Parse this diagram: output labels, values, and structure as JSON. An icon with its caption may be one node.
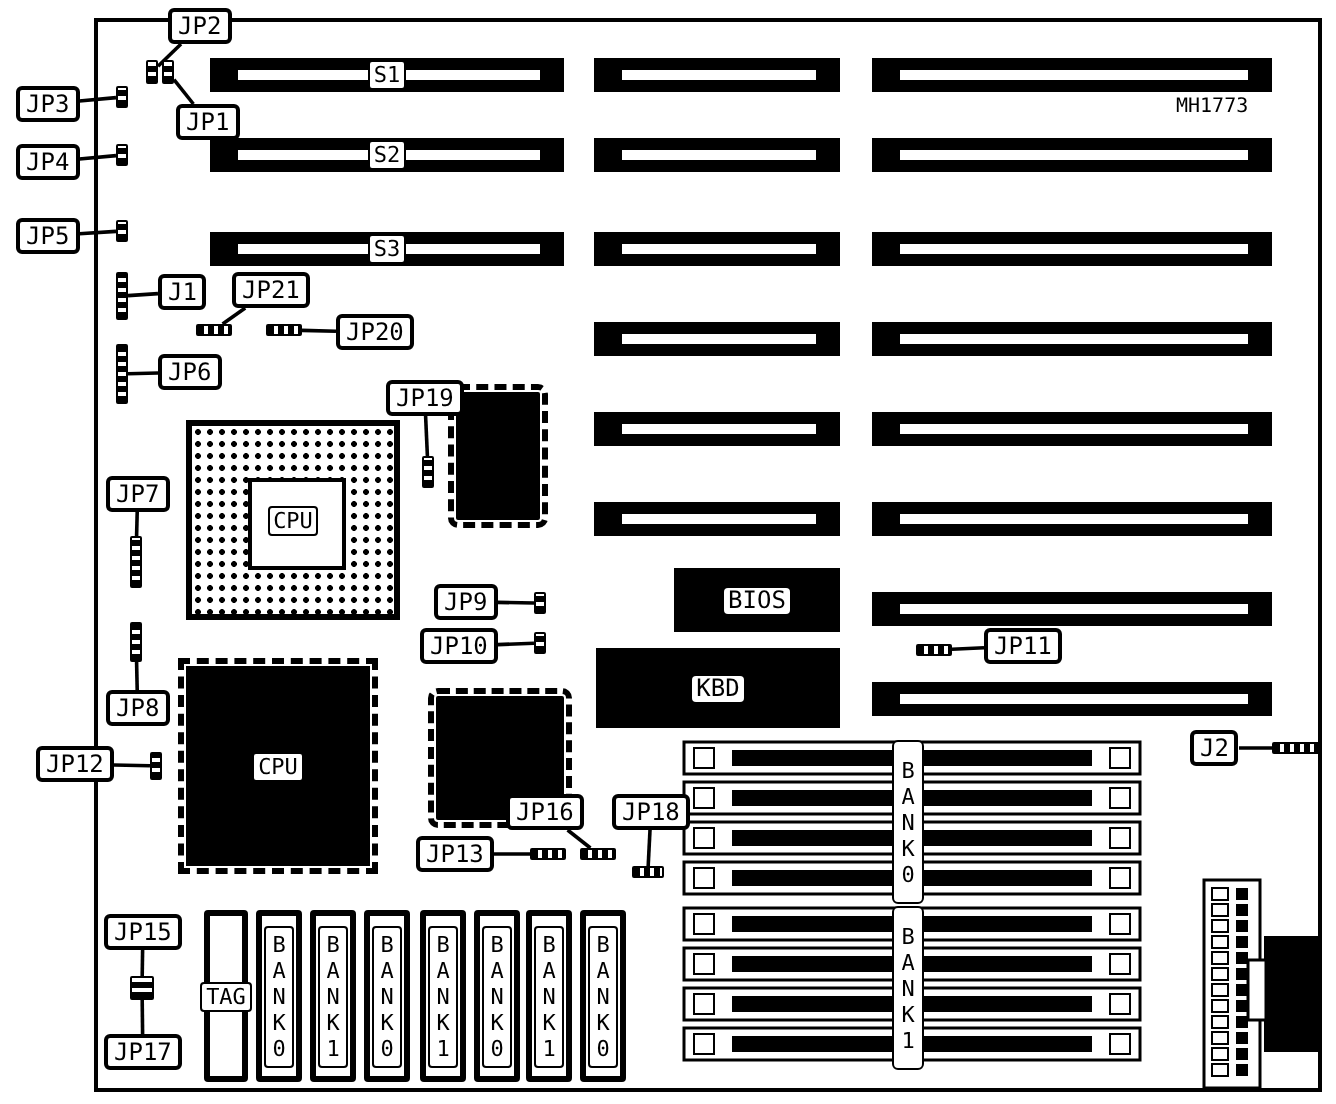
{
  "diagram": {
    "nodes": [
      {
        "text": [
          "S1"
        ]
      },
      {
        "text": [
          "S2"
        ]
      },
      {
        "text": [
          "S3"
        ]
      },
      {
        "text": [],
        "shape": "bar"
      },
      {
        "text": [],
        "shape": "bar"
      },
      {
        "text": [],
        "shape": "bar"
      },
      {
        "text": [],
        "shape": "bar"
      },
      {
        "text": [],
        "shape": "bar"
      },
      {
        "text": [],
        "shape": "bar"
      },
      {
        "text": [],
        "shape": "bar"
      },
      {
        "text": [],
        "shape": "bar"
      },
      {
        "text": [],
        "shape": "bar"
      },
      {
        "text": [],
        "shape": "bar"
      },
      {
        "text": [],
        "shape": "bar"
      },
      {
        "text": [],
        "shape": "bar"
      },
      {
        "text": [],
        "shape": "bar"
      },
      {
        "text": [],
        "shape": "bar"
      },
      {
        "text": [
          "CPU"
        ]
      },
      {
        "text": [],
        "shape": "box"
      },
      {
        "text": [
          "BIOS"
        ]
      },
      {
        "text": [
          "KBD"
        ]
      },
      {
        "text": [
          "CPU"
        ]
      },
      {
        "text": [],
        "shape": "box"
      },
      {
        "text": [
          "BANK0"
        ]
      },
      {
        "text": [
          "BANK1"
        ]
      },
      {
        "text": [
          "TAG"
        ]
      },
      {
        "text": [
          "BANK0"
        ]
      },
      {
        "text": [
          "BANK1"
        ]
      },
      {
        "text": [
          "BANK0"
        ]
      },
      {
        "text": [
          "BANK1"
        ]
      },
      {
        "text": [
          "BANK0"
        ]
      },
      {
        "text": [
          "BANK1"
        ]
      },
      {
        "text": [
          "BANK0"
        ]
      },
      {
        "text": [
          "JP2"
        ]
      },
      {
        "text": [],
        "shape": "box"
      },
      {
        "text": [
          "JP1"
        ]
      },
      {
        "text": [],
        "shape": "box"
      },
      {
        "text": [
          "JP3"
        ]
      },
      {
        "text": [],
        "shape": "box"
      },
      {
        "text": [
          "JP4"
        ]
      },
      {
        "text": [],
        "shape": "box"
      },
      {
        "text": [
          "JP5"
        ]
      },
      {
        "text": [],
        "shape": "box"
      },
      {
        "text": [
          "J1"
        ]
      },
      {
        "text": [],
        "shape": "box"
      },
      {
        "text": [
          "JP21"
        ]
      },
      {
        "text": [],
        "shape": "box"
      },
      {
        "text": [
          "JP20"
        ]
      },
      {
        "text": [],
        "shape": "box"
      },
      {
        "text": [
          "JP6"
        ]
      },
      {
        "text": [],
        "shape": "box"
      },
      {
        "text": [
          "JP19"
        ]
      },
      {
        "text": [],
        "shape": "box"
      },
      {
        "text": [
          "JP7"
        ]
      },
      {
        "text": [],
        "shape": "box"
      },
      {
        "text": [
          "JP9"
        ]
      },
      {
        "text": [],
        "shape": "box"
      },
      {
        "text": [
          "JP10"
        ]
      },
      {
        "text": [],
        "shape": "box"
      },
      {
        "text": [
          "JP8"
        ]
      },
      {
        "text": [],
        "shape": "box"
      },
      {
        "text": [
          "JP11"
        ]
      },
      {
        "text": [],
        "shape": "box"
      },
      {
        "text": [
          "JP12"
        ]
      },
      {
        "text": [],
        "shape": "box"
      },
      {
        "text": [
          "JP16"
        ]
      },
      {
        "text": [],
        "shape": "box"
      },
      {
        "text": [
          "JP18"
        ]
      },
      {
        "text": [],
        "shape": "box"
      },
      {
        "text": [
          "J2"
        ]
      },
      {
        "text": [],
        "shape": "box"
      },
      {
        "text": [
          "JP13"
        ]
      },
      {
        "text": [],
        "shape": "box"
      },
      {
        "text": [
          "JP15"
        ]
      },
      {
        "text": [],
        "shape": "box"
      },
      {
        "text": [
          "JP17"
        ]
      }
    ],
    "edges": [
      {
        "from": 33,
        "to": 34,
        "arrow": "none"
      },
      {
        "from": 35,
        "to": 36,
        "arrow": "none"
      },
      {
        "from": 37,
        "to": 38,
        "arrow": "none"
      },
      {
        "from": 39,
        "to": 40,
        "arrow": "none"
      },
      {
        "from": 41,
        "to": 42,
        "arrow": "none"
      },
      {
        "from": 43,
        "to": 44,
        "arrow": "none"
      },
      {
        "from": 45,
        "to": 46,
        "arrow": "none"
      },
      {
        "from": 47,
        "to": 48,
        "arrow": "none"
      },
      {
        "from": 49,
        "to": 50,
        "arrow": "none"
      },
      {
        "from": 51,
        "to": 52,
        "arrow": "none"
      },
      {
        "from": 53,
        "to": 54,
        "arrow": "none"
      },
      {
        "from": 55,
        "to": 56,
        "arrow": "none"
      },
      {
        "from": 57,
        "to": 58,
        "arrow": "none"
      },
      {
        "from": 59,
        "to": 60,
        "arrow": "none"
      },
      {
        "from": 61,
        "to": 62,
        "arrow": "none"
      },
      {
        "from": 63,
        "to": 64,
        "arrow": "none"
      },
      {
        "from": 65,
        "to": 66,
        "arrow": "none"
      },
      {
        "from": 67,
        "to": 68,
        "arrow": "none"
      },
      {
        "from": 69,
        "to": 70,
        "arrow": "none"
      },
      {
        "from": 71,
        "to": 72,
        "arrow": "none"
      },
      {
        "from": 73,
        "to": 74,
        "arrow": "none"
      },
      {
        "from": 75,
        "to": 74,
        "arrow": "none"
      }
    ],
    "labels": [
      "MH1773"
    ]
  }
}
